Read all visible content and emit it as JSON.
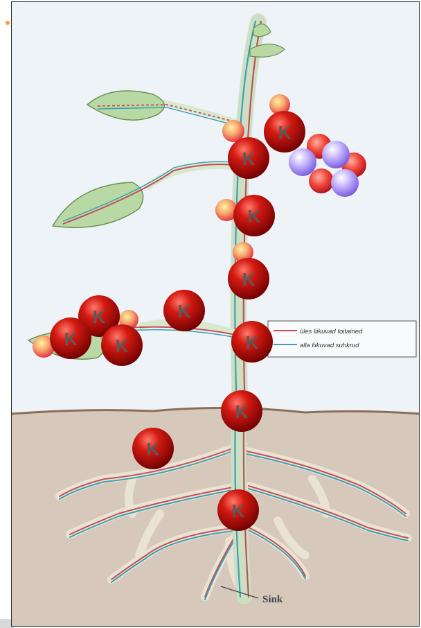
{
  "legend": {
    "items": [
      {
        "label": "üles liikuvad toitained",
        "color": "#c0505a"
      },
      {
        "label": "alla liikuvad suhkrud",
        "color": "#3f9fb0"
      }
    ]
  },
  "sink_label": "Sink",
  "potassium_label": "K",
  "colors": {
    "soil": "#d8cbbf",
    "sky": "#eef3f7",
    "stem": "#d8e8cf",
    "leaf": "#b9d9a4",
    "root": "#e8e2d2",
    "potassium": "#c81010",
    "small_ion": "#f06a5a",
    "purple_ion": "#b49af0"
  }
}
